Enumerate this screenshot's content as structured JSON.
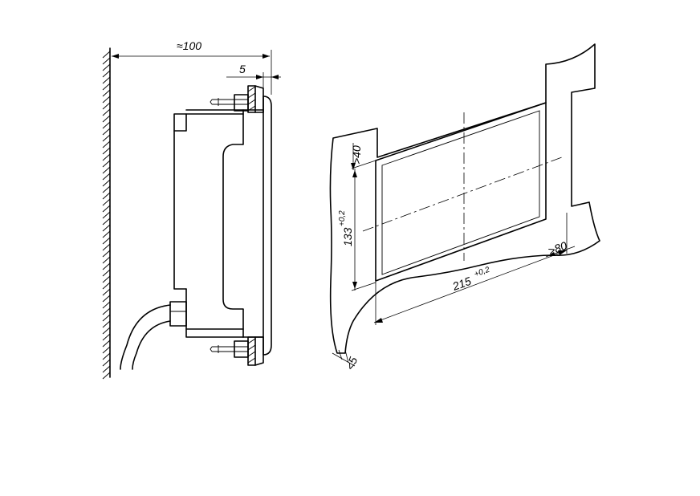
{
  "side_view": {
    "overall_depth": "≈100",
    "flange_thickness": "5"
  },
  "front_view": {
    "cutout_width": "215",
    "cutout_width_tolerance": "+0,2",
    "cutout_height": "133",
    "cutout_height_tolerance": "+0,2",
    "min_top_margin": ">40",
    "min_side_margin": ">80",
    "max_panel_thickness": "<5"
  }
}
